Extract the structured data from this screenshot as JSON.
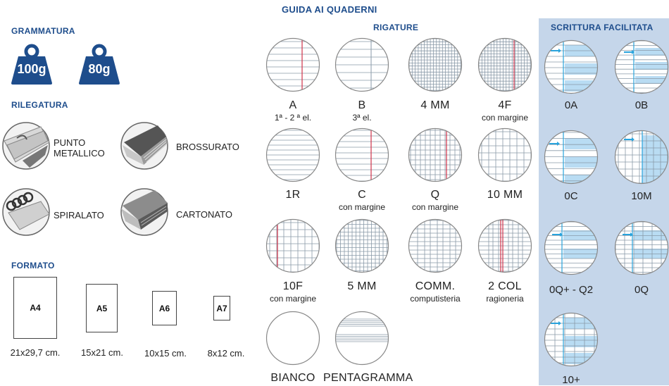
{
  "title": "GUIDA AI QUADERNI",
  "grammatura": {
    "heading": "GRAMMATURA",
    "items": [
      "100g",
      "80g"
    ],
    "color": "#1e4d8c"
  },
  "rilegatura": {
    "heading": "RILEGATURA",
    "items": [
      {
        "line1": "PUNTO",
        "line2": "METALLICO"
      },
      {
        "line1": "BROSSURATO",
        "line2": ""
      },
      {
        "line1": "SPIRALATO",
        "line2": ""
      },
      {
        "line1": "CARTONATO",
        "line2": ""
      }
    ]
  },
  "formato": {
    "heading": "FORMATO",
    "items": [
      {
        "label": "A4",
        "size": "21x29,7 cm."
      },
      {
        "label": "A5",
        "size": "15x21 cm."
      },
      {
        "label": "A6",
        "size": "10x15 cm."
      },
      {
        "label": "A7",
        "size": "8x12 cm."
      }
    ]
  },
  "rigature": {
    "heading": "RIGATURE",
    "items": [
      {
        "name": "A",
        "sub": "1ª - 2 ª el."
      },
      {
        "name": "B",
        "sub": "3ª el."
      },
      {
        "name": "4 MM",
        "sub": ""
      },
      {
        "name": "4F",
        "sub": "con margine"
      },
      {
        "name": "1R",
        "sub": ""
      },
      {
        "name": "C",
        "sub": "con margine"
      },
      {
        "name": "Q",
        "sub": "con margine"
      },
      {
        "name": "10 MM",
        "sub": ""
      },
      {
        "name": "10F",
        "sub": "con margine"
      },
      {
        "name": "5 MM",
        "sub": ""
      },
      {
        "name": "COMM.",
        "sub": "computisteria"
      },
      {
        "name": "2 COL",
        "sub": "ragioneria"
      },
      {
        "name": "BIANCO",
        "sub": ""
      },
      {
        "name": "PENTAGRAMMA",
        "sub": ""
      }
    ]
  },
  "scrittura": {
    "heading": "SCRITTURA FACILITATA",
    "items": [
      "0A",
      "0B",
      "0C",
      "10M",
      "0Q+ - Q2",
      "0Q",
      "10+"
    ],
    "panel_color": "#c5d6ea",
    "band_color": "#b9dcf3",
    "arrow_color": "#29a3dc"
  },
  "colors": {
    "heading": "#1e4d8c",
    "margin_red": "#d0334a",
    "grid_line": "#8a9aa8"
  }
}
